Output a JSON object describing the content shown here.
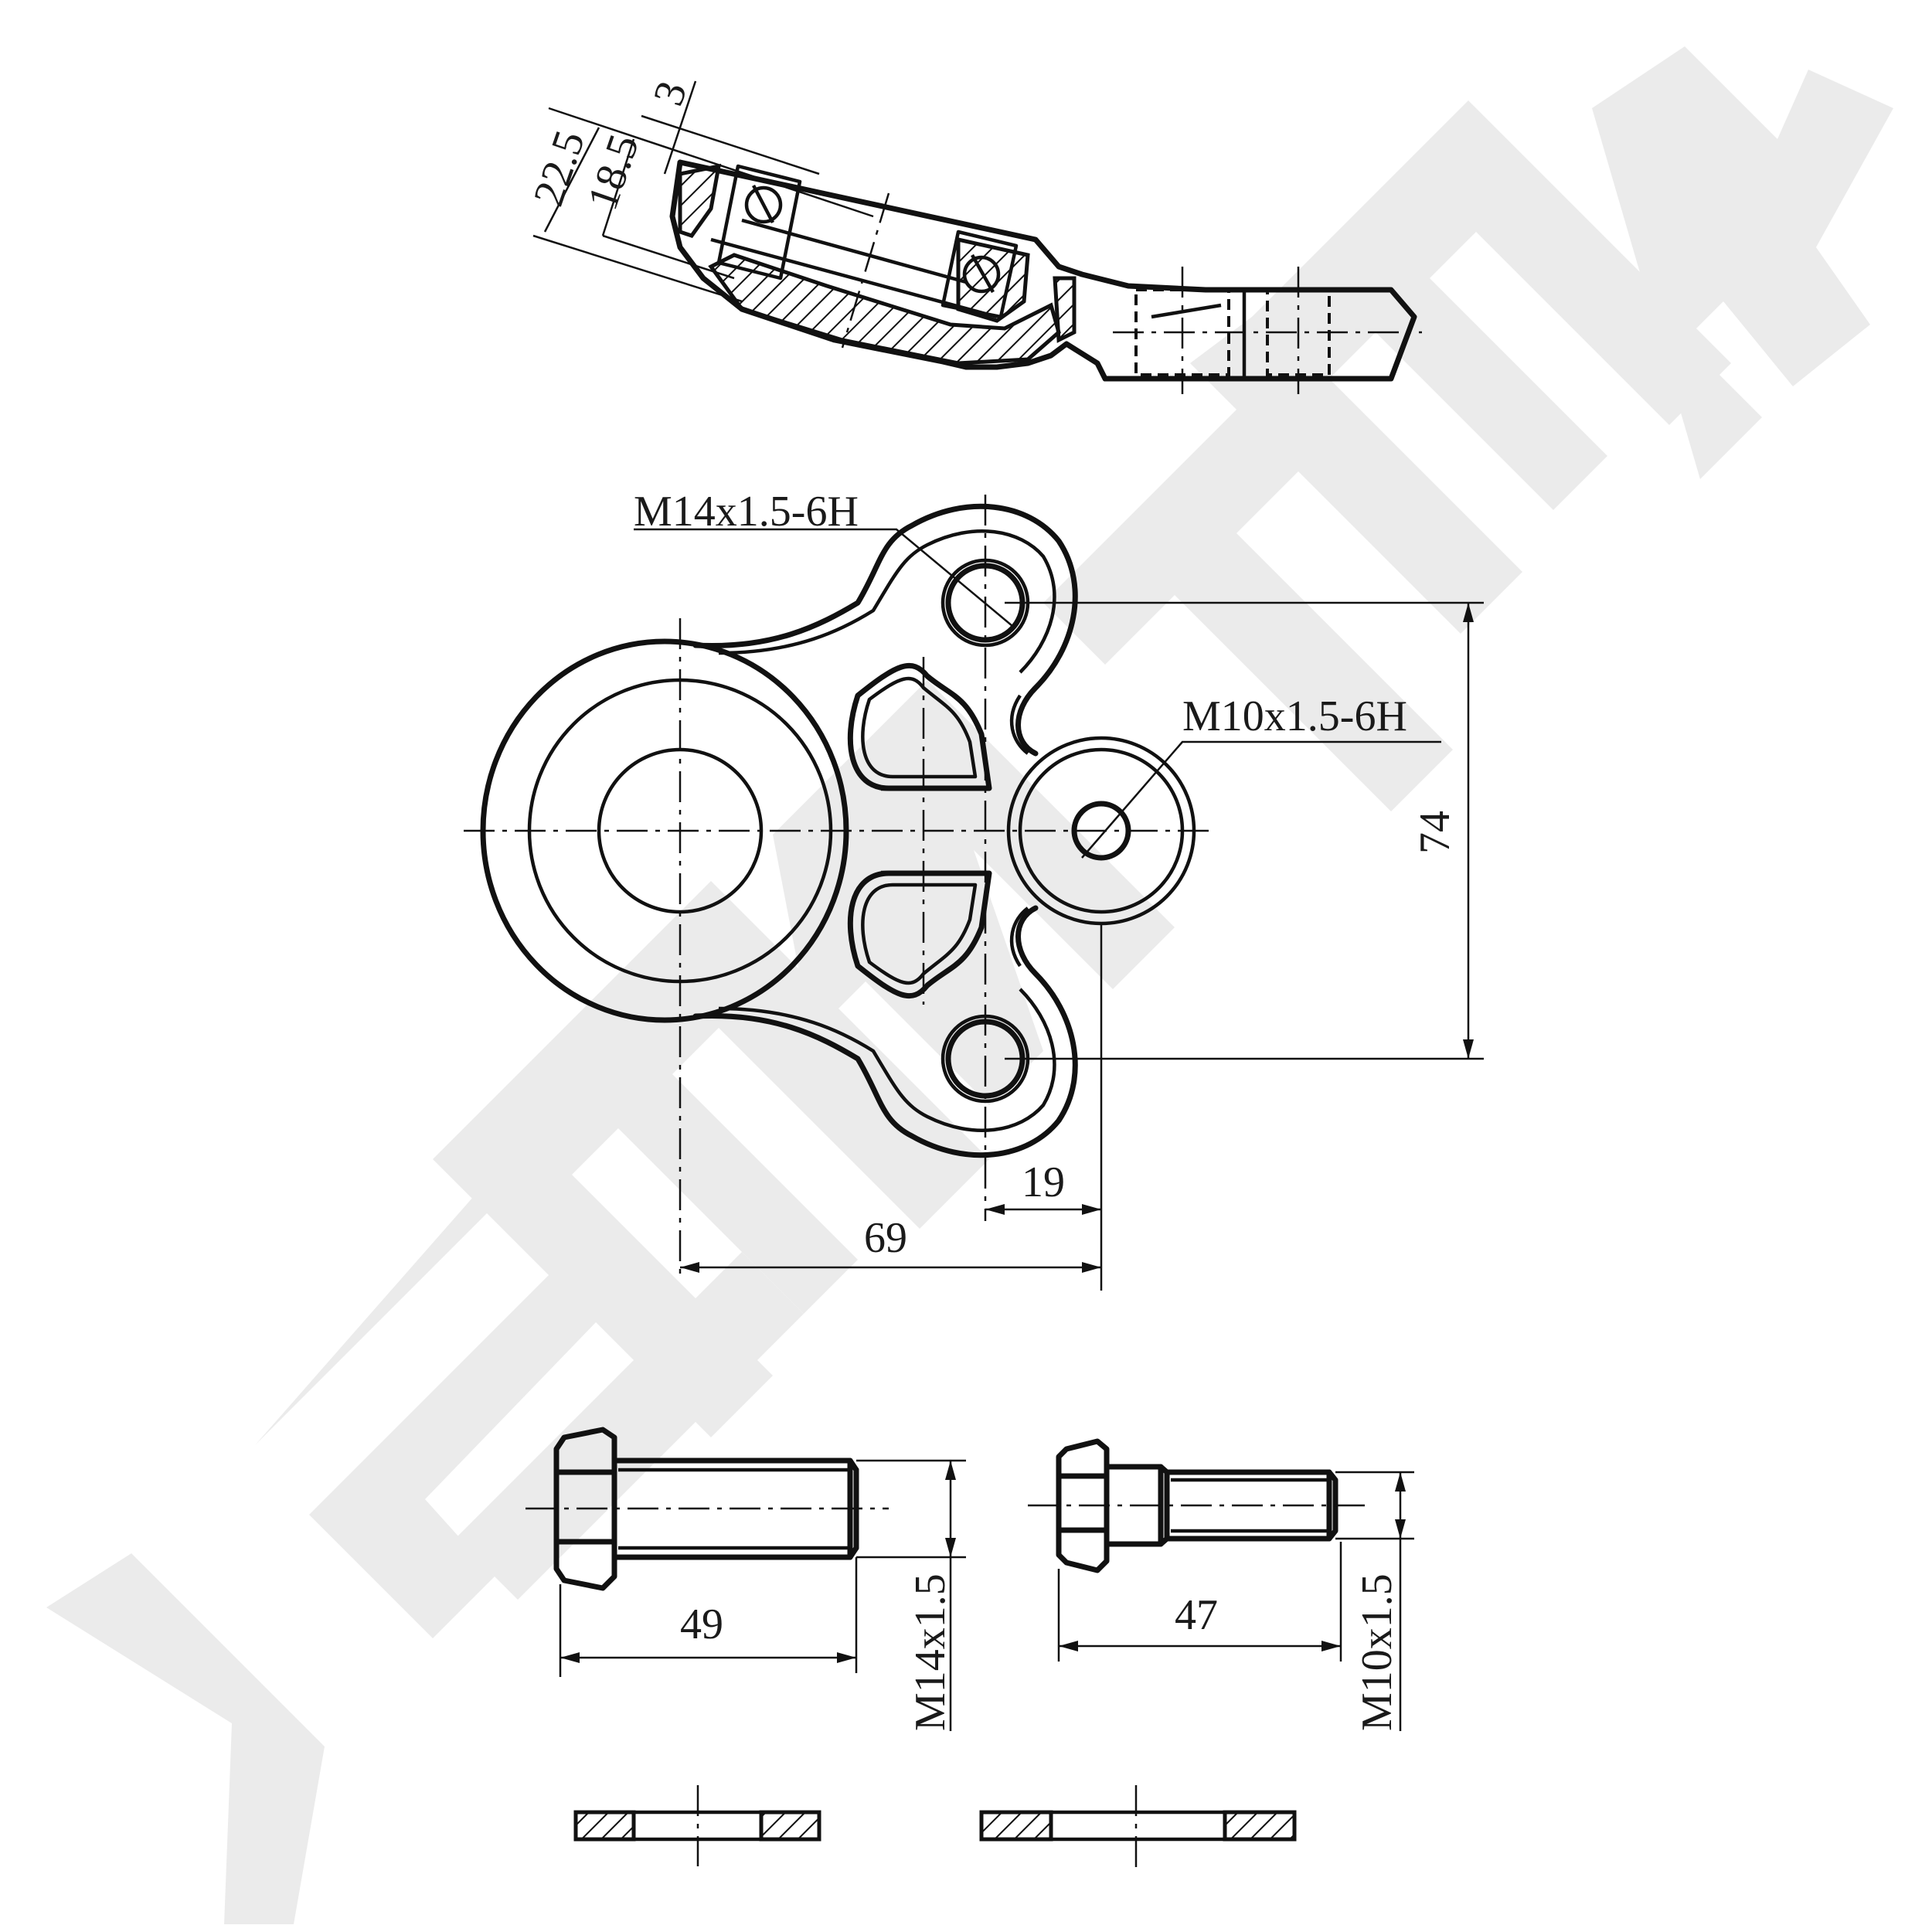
{
  "watermark": {
    "text": "ZENTEK",
    "color": "#ebebeb"
  },
  "side_view": {
    "dims": {
      "total_height": "22.5",
      "inner_height": "18.5",
      "offset": "3"
    }
  },
  "top_view": {
    "thread_large": "M14x1.5-6H",
    "thread_small": "M10x1.5-6H",
    "dims": {
      "vertical": "74",
      "short": "19",
      "long": "69"
    }
  },
  "bolts": [
    {
      "length": "49",
      "thread": "M14x1.5"
    },
    {
      "length": "47",
      "thread": "M10x1.5"
    }
  ],
  "washers": [
    {
      "name": "washer-small"
    },
    {
      "name": "washer-large"
    }
  ]
}
